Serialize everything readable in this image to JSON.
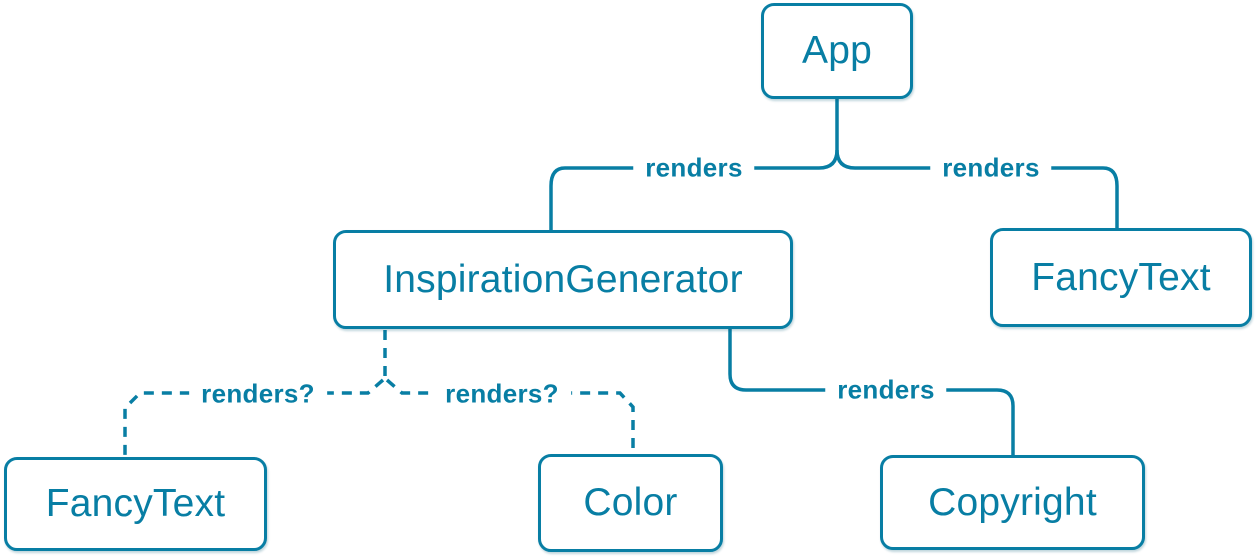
{
  "diagram": {
    "type": "component-render-tree",
    "colors": {
      "accent": "#087EA4",
      "node_background": "#FFFFFF",
      "background": "#FFFFFF"
    },
    "nodes": [
      {
        "id": "app",
        "label": "App"
      },
      {
        "id": "inspiration-generator",
        "label": "InspirationGenerator"
      },
      {
        "id": "fancy-text-top",
        "label": "FancyText"
      },
      {
        "id": "fancy-text-bottom",
        "label": "FancyText"
      },
      {
        "id": "color",
        "label": "Color"
      },
      {
        "id": "copyright",
        "label": "Copyright"
      }
    ],
    "edges": [
      {
        "from": "App",
        "to": "InspirationGenerator",
        "label": "renders",
        "style": "solid"
      },
      {
        "from": "App",
        "to": "FancyText",
        "label": "renders",
        "style": "solid"
      },
      {
        "from": "InspirationGenerator",
        "to": "FancyText",
        "label": "renders?",
        "style": "dashed"
      },
      {
        "from": "InspirationGenerator",
        "to": "Color",
        "label": "renders?",
        "style": "dashed"
      },
      {
        "from": "InspirationGenerator",
        "to": "Copyright",
        "label": "renders",
        "style": "solid"
      }
    ]
  }
}
